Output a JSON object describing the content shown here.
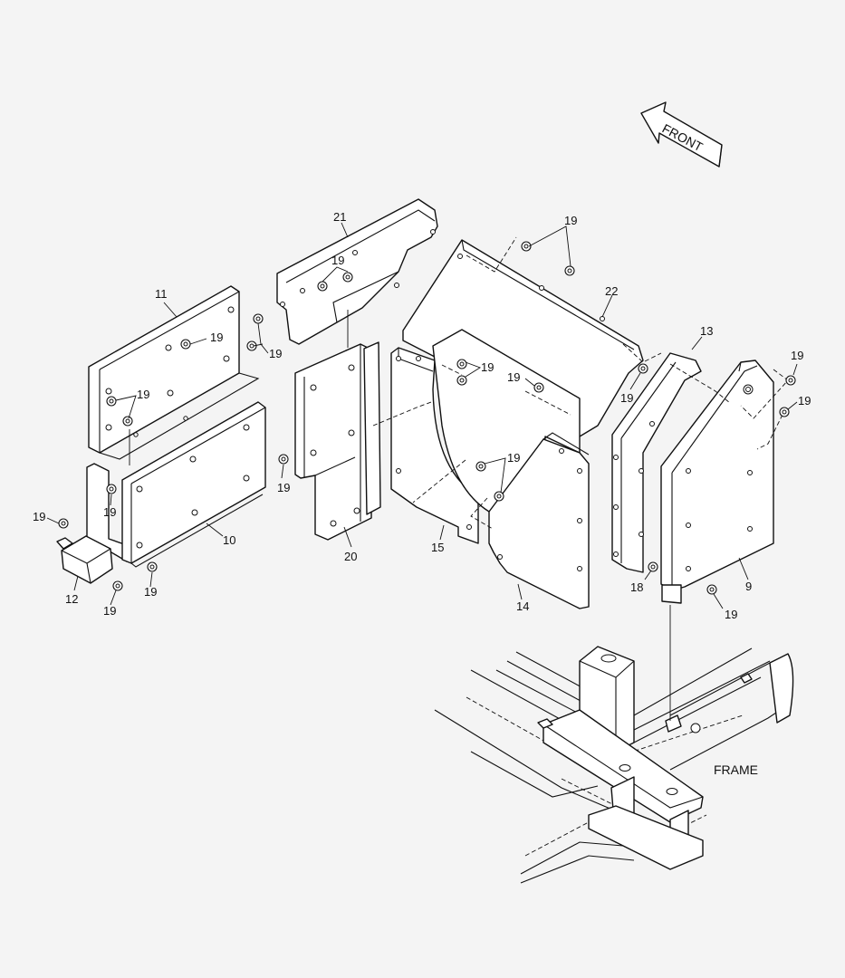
{
  "callouts": {
    "p9": "9",
    "p10": "10",
    "p11": "11",
    "p12": "12",
    "p13": "13",
    "p14": "14",
    "p15": "15",
    "p18": "18",
    "p19": "19",
    "p20": "20",
    "p21": "21",
    "p22": "22"
  },
  "labels": {
    "front_arrow": "FRONT",
    "frame": "FRAME"
  }
}
